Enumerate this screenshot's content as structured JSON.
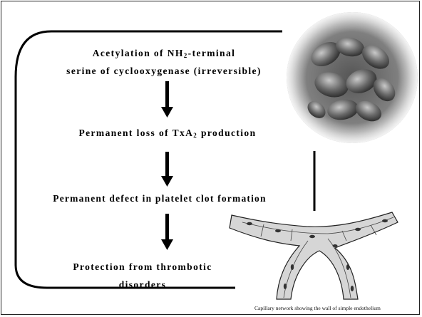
{
  "steps": [
    {
      "line1_a": "Acetylation of NH",
      "line1_sub": "2",
      "line1_b": "-terminal",
      "line2": "serine of cyclooxygenase (irreversible)"
    },
    {
      "a": "Permanent loss of TxA",
      "sub": "2",
      "b": " production"
    },
    {
      "text": "Permanent defect in platelet clot formation"
    },
    {
      "line1": "Protection from thrombotic",
      "line2": "disorders"
    }
  ],
  "caption": "Capillary network showing the wall of simple endothelium"
}
